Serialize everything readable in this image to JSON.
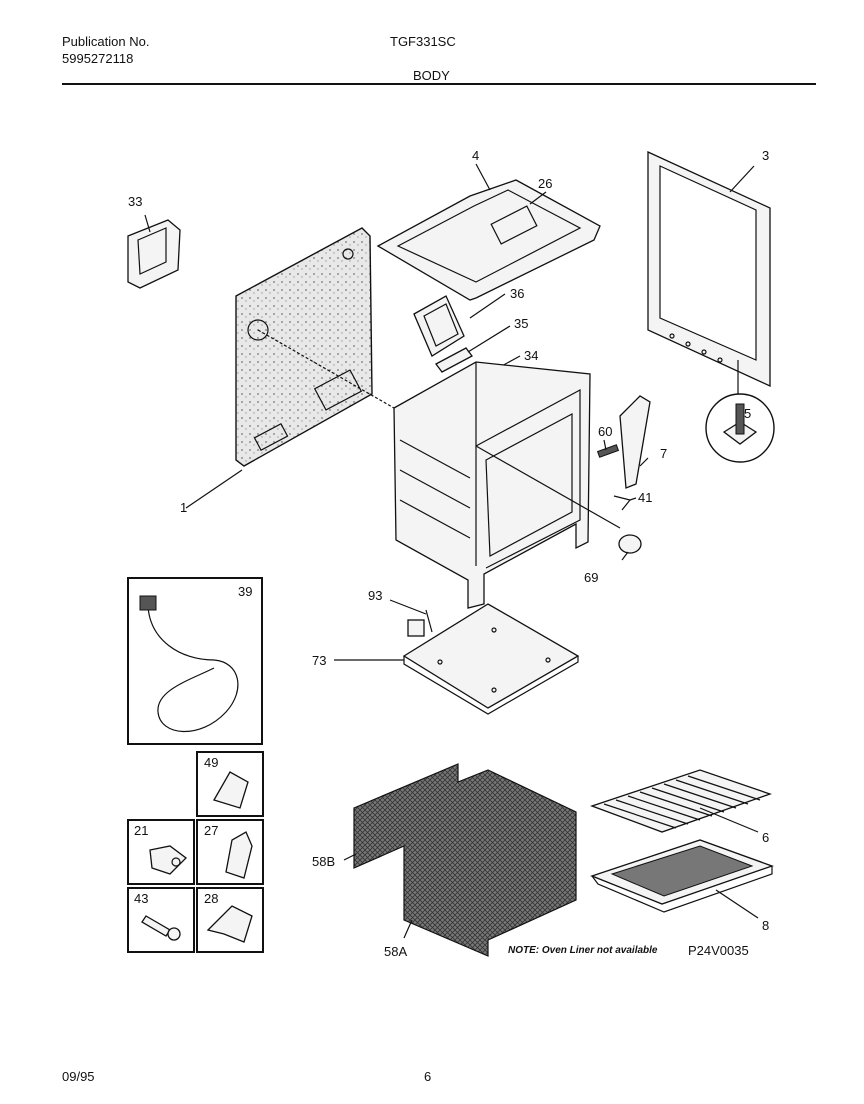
{
  "header": {
    "pub_label": "Publication No.",
    "pub_number": "5995272118",
    "model": "TGF331SC",
    "section": "BODY"
  },
  "footer": {
    "date": "09/95",
    "page": "6"
  },
  "labels": {
    "l1": "1",
    "l3": "3",
    "l4": "4",
    "l5": "5",
    "l6": "6",
    "l7": "7",
    "l8": "8",
    "l21": "21",
    "l26": "26",
    "l27": "27",
    "l28": "28",
    "l33": "33",
    "l34": "34",
    "l35": "35",
    "l36": "36",
    "l39": "39",
    "l41": "41",
    "l43": "43",
    "l49": "49",
    "l58a": "58A",
    "l58b": "58B",
    "l60": "60",
    "l69": "69",
    "l73": "73",
    "l93": "93"
  },
  "note": "NOTE: Oven Liner not available",
  "diagram_id": "P24V0035"
}
